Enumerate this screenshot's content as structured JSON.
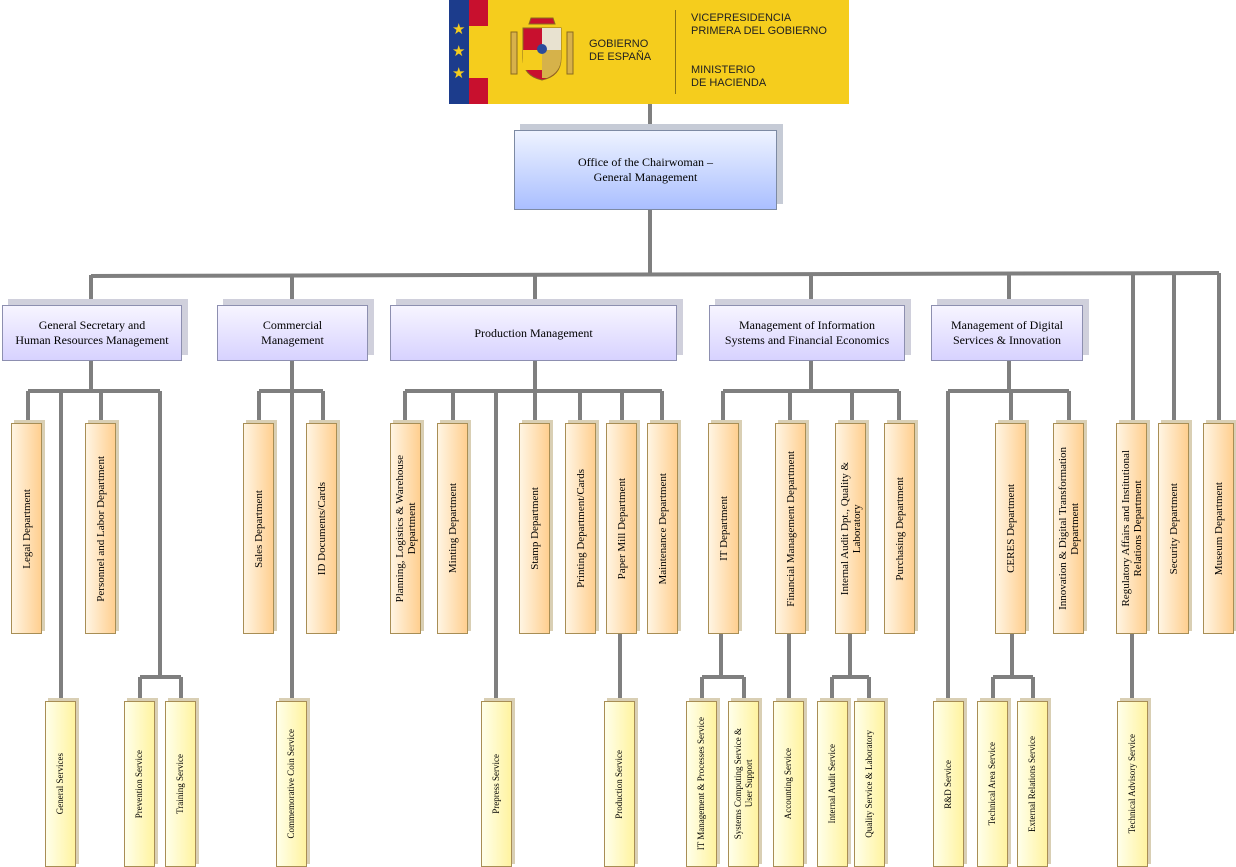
{
  "logo": {
    "gobierno": "GOBIERNO\nDE ESPAÑA",
    "vicepresidencia": "VICEPRESIDENCIA\nPRIMERA DEL GOBIERNO",
    "ministerio": "MINISTERIO\nDE HACIENDA",
    "star_glyph": "★",
    "colors": {
      "eu_blue": "#1c3c8c",
      "yellow": "#f5cd1d",
      "red": "#c8102e"
    }
  },
  "top": {
    "label": "Office of the Chairwoman –\nGeneral Management"
  },
  "units": [
    {
      "label": "General Secretary and\nHuman Resources Management",
      "departments": [
        "Legal Department",
        "Personnel and Labor Department"
      ],
      "services": [
        "General Services",
        "Prevention Service",
        "Training Service"
      ]
    },
    {
      "label": "Commercial\nManagement",
      "departments": [
        "Sales Department",
        "ID Documents/Cards"
      ],
      "services": [
        "Commemorative Coin Service"
      ]
    },
    {
      "label": "Production Management",
      "departments": [
        "Planning, Logistics & Warehouse\nDepartment",
        "Minting Department",
        "Stamp Department",
        "Printing Department/Cards",
        "Paper Mill Department",
        "Maintenance Department"
      ],
      "services": [
        "Prepress Service",
        "Production Service"
      ]
    },
    {
      "label": "Management of Information\nSystems and Financial Economics",
      "departments": [
        "IT Department",
        "Financial Management Department",
        "Internal Audit Dpt., Quality &\nLaboratory",
        "Purchasing Department"
      ],
      "services": [
        "IT Management & Processes Service",
        "Systems Computing Service &\nUser Support",
        "Accounting Service",
        "Internal Audit Service",
        "Quality Service & Laboratory"
      ]
    },
    {
      "label": "Management of Digital\nServices & Innovation",
      "departments": [
        "CERES Department",
        "Innovation & Digital Transformation\nDepartment"
      ],
      "services": [
        "R&D Service",
        "Technical Area Service",
        "External Relations Service"
      ]
    }
  ],
  "direct_departments": [
    "Regulatory Affairs and Institutional\nRelations Department",
    "Security Department",
    "Museum Department"
  ],
  "direct_services": [
    "Technical Advisory Service"
  ],
  "connector_color": "#7f7f7f"
}
